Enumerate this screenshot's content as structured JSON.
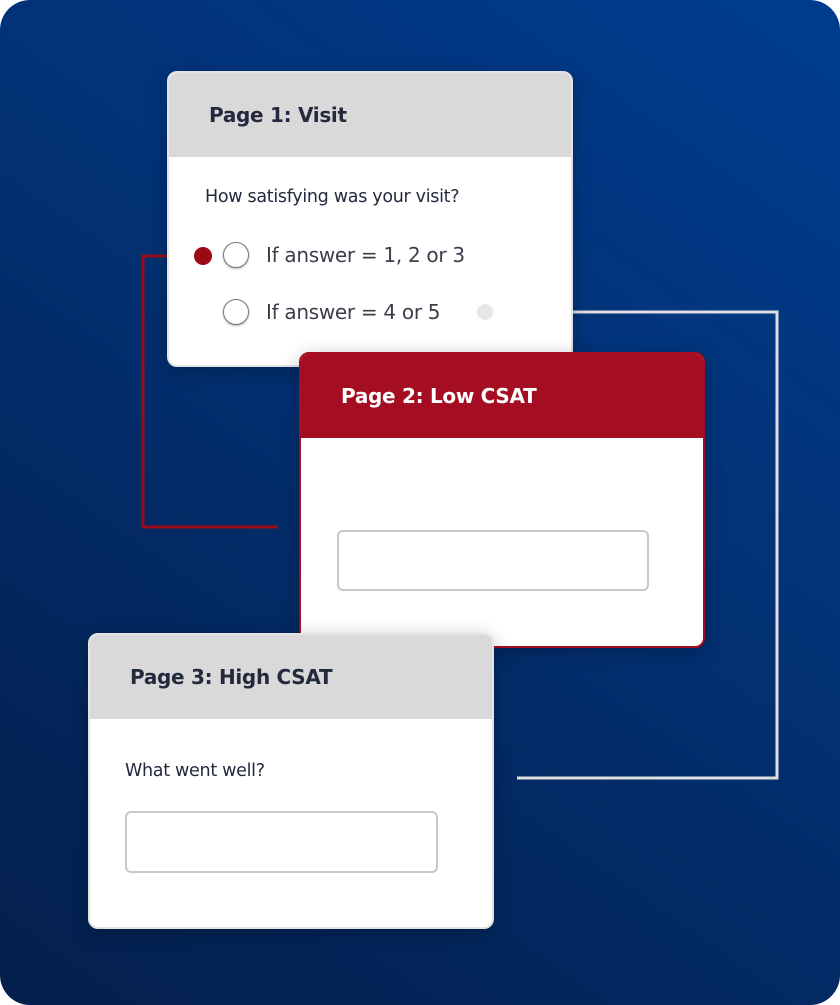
{
  "colors": {
    "accent_red": "#a50e22",
    "connector_gray": "#e0e0e0",
    "background": "#03265c"
  },
  "page1": {
    "title": "Page 1: Visit",
    "question": "How satisfying was your visit?",
    "options": [
      {
        "label": "If answer = 1, 2 or 3"
      },
      {
        "label": "If answer = 4 or 5"
      }
    ]
  },
  "page2": {
    "title": "Page 2: Low CSAT",
    "input_value": ""
  },
  "page3": {
    "title": "Page 3: High CSAT",
    "question": "What went well?",
    "input_value": ""
  }
}
